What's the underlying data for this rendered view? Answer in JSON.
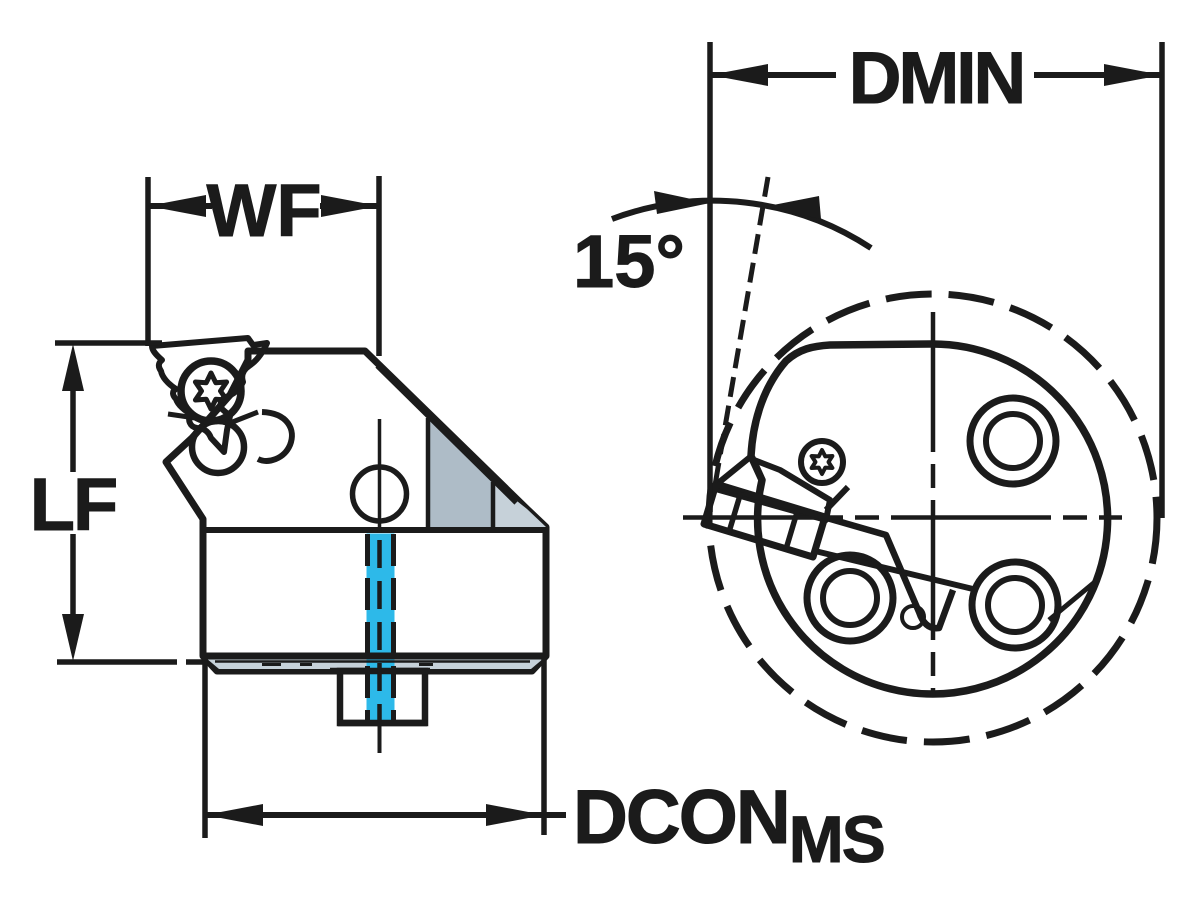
{
  "labels": {
    "width_dim": "WF",
    "length_dim": "LF",
    "min_bore_dim": "DMIN",
    "angle_dim": "15°",
    "coupling_dim": "DCON",
    "coupling_dim_subscript": "MS"
  },
  "colors": {
    "line": "#1b1b1b",
    "body_gray": "#b6c4ce",
    "body_gray_dark": "#aebcc7",
    "body_gray_light": "#c6d1d9",
    "insert_yellow": "#f9c40b",
    "coolant_cyan": "#2db9e9",
    "background": "#ffffff"
  }
}
